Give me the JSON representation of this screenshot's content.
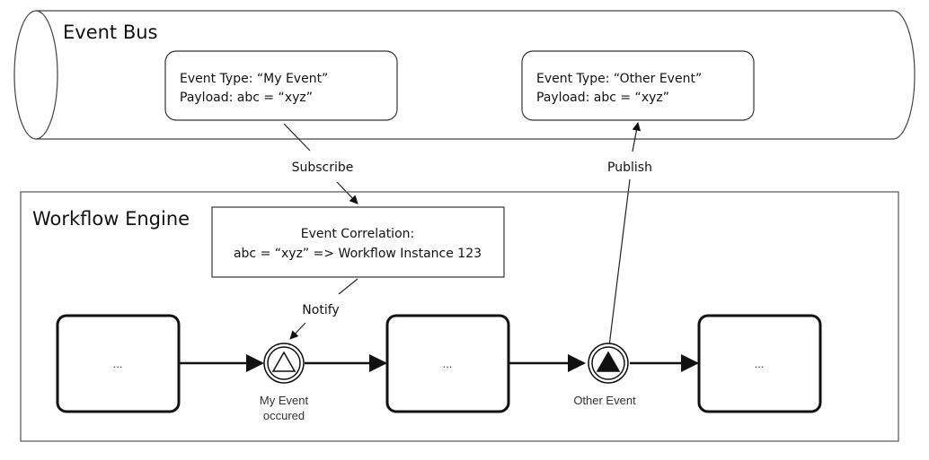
{
  "event_bus": {
    "title": "Event Bus",
    "event_my": {
      "line1": "Event Type: “My Event”",
      "line2": "Payload: abc = “xyz”"
    },
    "event_other": {
      "line1": "Event Type: “Other Event”",
      "line2": "Payload: abc = “xyz”"
    }
  },
  "connectors": {
    "subscribe": "Subscribe",
    "publish": "Publish",
    "notify": "Notify"
  },
  "workflow_engine": {
    "title": "Workflow Engine",
    "correlation": {
      "line1": "Event Correlation:",
      "line2": "abc = “xyz” => Workflow Instance 123"
    },
    "tasks": [
      {
        "label": "..."
      },
      {
        "label": "..."
      },
      {
        "label": "..."
      }
    ],
    "events": [
      {
        "line1": "My Event",
        "line2": "occured"
      },
      {
        "line1": "Other Event",
        "line2": ""
      }
    ]
  },
  "colors": {
    "stroke": "#222222",
    "frame": "#555555",
    "fill": "#ffffff"
  }
}
